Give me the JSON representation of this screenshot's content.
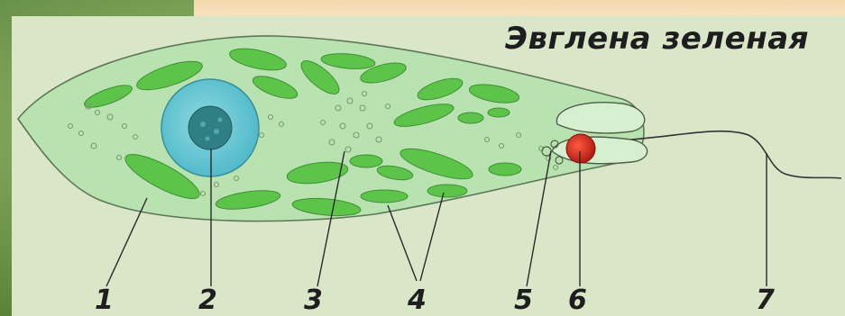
{
  "title": "Эвглена зеленая",
  "labels": [
    "1",
    "2",
    "3",
    "4",
    "5",
    "6",
    "7"
  ],
  "colors": {
    "cell_fill": "#b8e2b0",
    "cell_stroke": "#5e7658",
    "chloroplast": "#5dc44a",
    "nucleus_outer": "#6fc9d6",
    "nucleus_inner": "#2f7f85",
    "eyespot": "#d12a1c",
    "background_panel": "#dae6c8",
    "top_strip": "#f7d6a6",
    "left_foliage": "#7fa35a"
  }
}
